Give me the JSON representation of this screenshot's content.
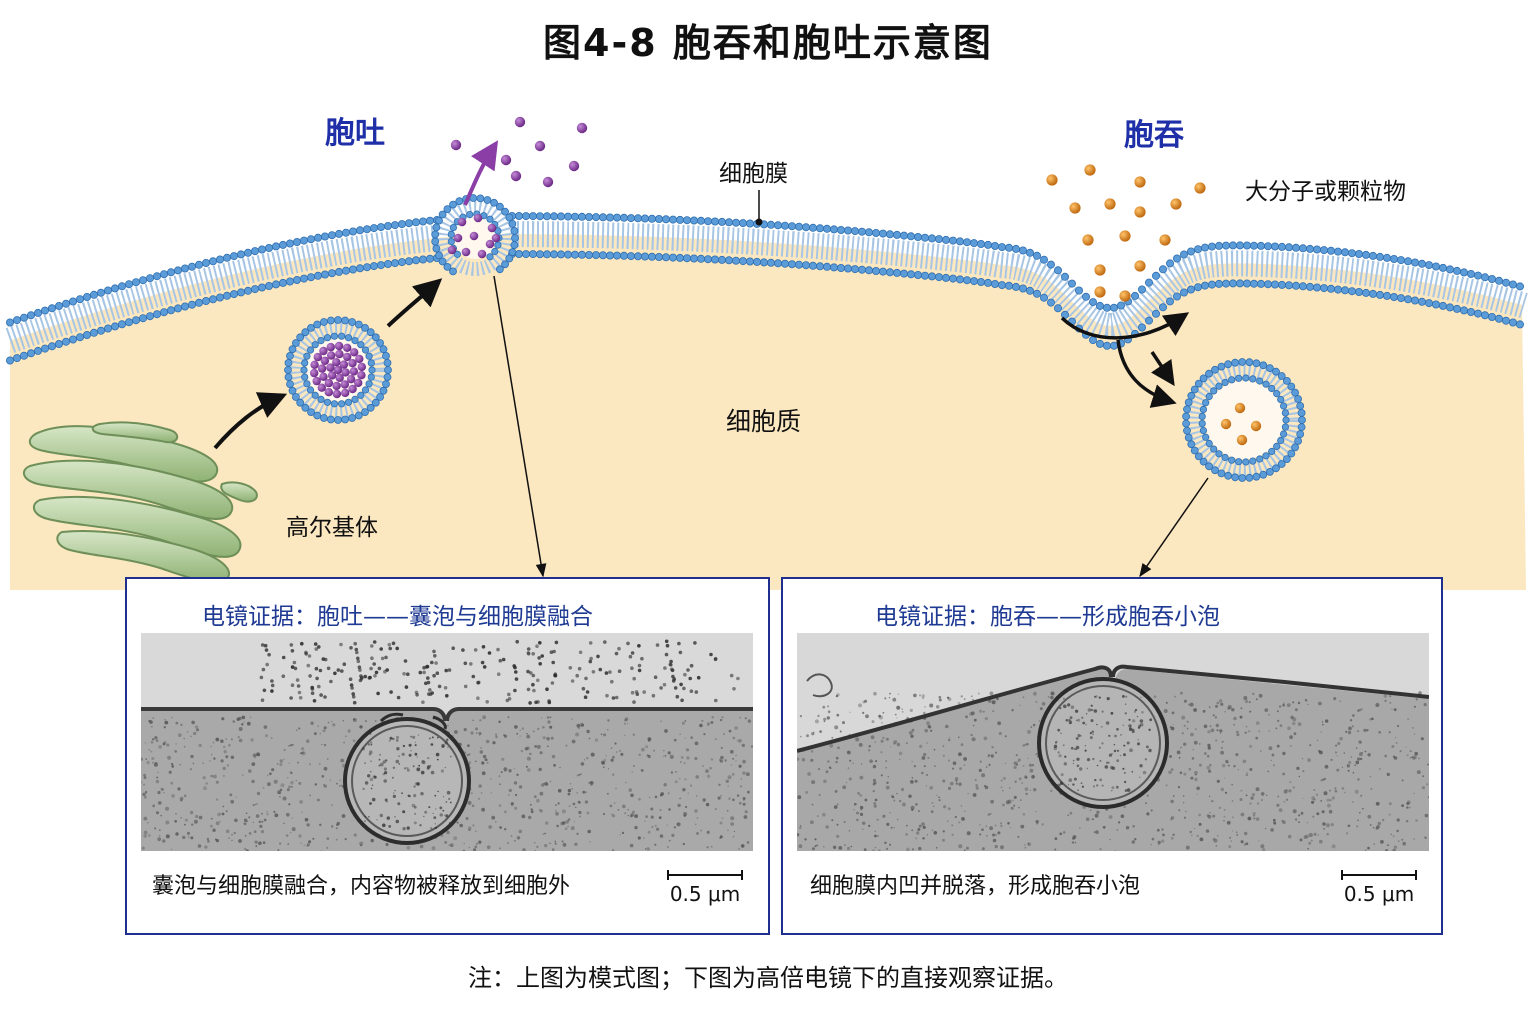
{
  "title": "图4-8  胞吞和胞吐示意图",
  "diagram": {
    "exocytosis_label": "胞吐",
    "endocytosis_label": "胞吞",
    "membrane_label": "细胞膜",
    "macromolecules_label": "大分子或颗粒物",
    "cytoplasm_label": "细胞质",
    "golgi_label": "高尔基体",
    "colors": {
      "cytoplasm": "#fbe7c0",
      "membrane_head": "#5b9bd8",
      "membrane_tail": "#a8c6e4",
      "purple_particle": "#8b3fa6",
      "orange_particle": "#e08a1f",
      "golgi": "#a9c88f",
      "label_blue": "#1e2fa8"
    }
  },
  "panels": {
    "left": {
      "title": "电镜证据：胞吐——囊泡与细胞膜融合",
      "caption": "囊泡与细胞膜融合，内容物被释放到细胞外",
      "scale": "0.5 μm"
    },
    "right": {
      "title": "电镜证据：胞吞——形成胞吞小泡",
      "caption": "细胞膜内凹并脱落，形成胞吞小泡",
      "scale": "0.5 μm"
    }
  },
  "note": "注：上图为模式图；下图为高倍电镜下的直接观察证据。"
}
